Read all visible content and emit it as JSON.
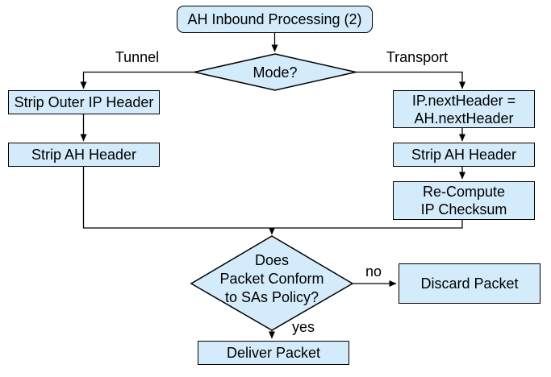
{
  "diagram": {
    "type": "flowchart",
    "title": "AH Inbound Processing (2)",
    "colors": {
      "node_fill": "#d3ebfa",
      "node_border": "#000000",
      "line": "#000000",
      "background": "#ffffff",
      "text": "#000000"
    },
    "nodes": {
      "start": {
        "label": "AH Inbound Processing (2)",
        "shape": "rounded-rect"
      },
      "mode": {
        "label": "Mode?",
        "shape": "diamond"
      },
      "strip_outer_ip": {
        "label": "Strip Outer IP Header",
        "shape": "rect"
      },
      "strip_ah_tunnel": {
        "label": "Strip AH Header",
        "shape": "rect"
      },
      "ip_next_header": {
        "label": "IP.nextHeader =\nAH.nextHeader",
        "shape": "rect"
      },
      "strip_ah_transport": {
        "label": "Strip AH Header",
        "shape": "rect"
      },
      "recompute_checksum": {
        "label": "Re-Compute\nIP Checksum",
        "shape": "rect"
      },
      "sas_policy": {
        "label": "Does\nPacket Conform\nto SAs Policy?",
        "shape": "diamond"
      },
      "discard_packet": {
        "label": "Discard Packet",
        "shape": "rect"
      },
      "deliver_packet": {
        "label": "Deliver Packet",
        "shape": "rect"
      }
    },
    "edge_labels": {
      "tunnel": "Tunnel",
      "transport": "Transport",
      "no": "no",
      "yes": "yes"
    }
  }
}
